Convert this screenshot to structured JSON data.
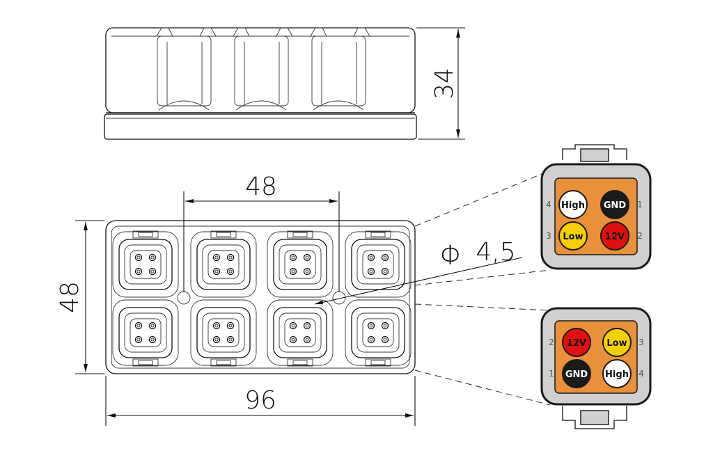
{
  "dimensions": {
    "height_side": "34",
    "spacing": "48",
    "height_top": "48",
    "width": "96",
    "hole_diameter": "4,5",
    "diameter_symbol": "Φ"
  },
  "connector_top": {
    "pins": [
      {
        "label": "High",
        "number": "4",
        "color": "#ffffff",
        "text_color": "#111111"
      },
      {
        "label": "GND",
        "number": "1",
        "color": "#1a1a1a",
        "text_color": "#ffffff"
      },
      {
        "label": "Low",
        "number": "3",
        "color": "#f5d000",
        "text_color": "#111111"
      },
      {
        "label": "12V",
        "number": "2",
        "color": "#e01010",
        "text_color": "#111111"
      }
    ]
  },
  "connector_bottom": {
    "pins": [
      {
        "label": "12V",
        "number": "2",
        "color": "#e01010",
        "text_color": "#111111"
      },
      {
        "label": "Low",
        "number": "3",
        "color": "#f5d000",
        "text_color": "#111111"
      },
      {
        "label": "GND",
        "number": "1",
        "color": "#1a1a1a",
        "text_color": "#ffffff"
      },
      {
        "label": "High",
        "number": "4",
        "color": "#ffffff",
        "text_color": "#111111"
      }
    ]
  },
  "colors": {
    "connector_body": "#d0d0d0",
    "connector_face": "#e8903a",
    "outline": "#1a1a1a"
  }
}
